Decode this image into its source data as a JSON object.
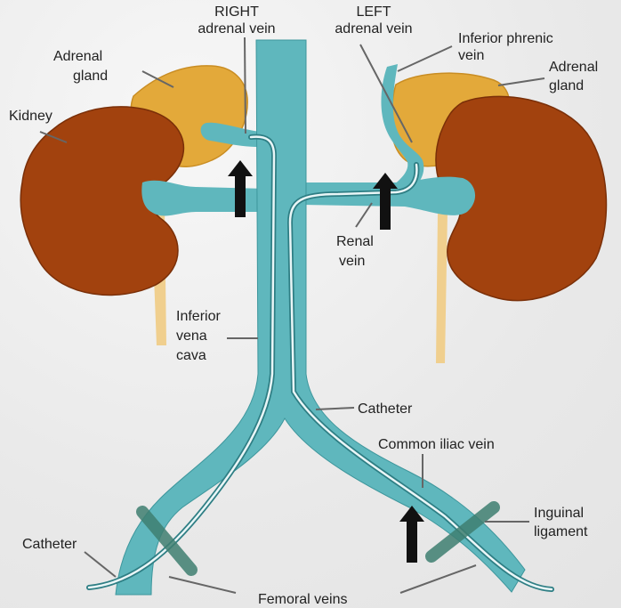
{
  "labels": {
    "right_adrenal_vein_1": "RIGHT",
    "right_adrenal_vein_2": "adrenal vein",
    "left_adrenal_vein_1": "LEFT",
    "left_adrenal_vein_2": "adrenal vein",
    "inferior_phrenic_1": "Inferior phrenic",
    "inferior_phrenic_2": "vein",
    "adrenal_left_1": "Adrenal",
    "adrenal_left_2": "gland",
    "adrenal_right_1": "Adrenal",
    "adrenal_right_2": "gland",
    "kidney": "Kidney",
    "renal_vein_1": "Renal",
    "renal_vein_2": "vein",
    "ivc_1": "Inferior",
    "ivc_2": "vena",
    "ivc_3": "cava",
    "catheter_mid": "Catheter",
    "common_iliac": "Common iliac vein",
    "inguinal_1": "Inguinal",
    "inguinal_2": "ligament",
    "catheter_left": "Catheter",
    "femoral": "Femoral veins"
  },
  "colors": {
    "vein": "#5fb7bd",
    "vein_dark": "#3d969c",
    "kidney": "#a2420e",
    "adrenal": "#e3a93a",
    "ureter": "#f0cf8e",
    "ligament": "#3f7f71",
    "arrow": "#111111"
  },
  "icons": [
    "up-arrow-icon"
  ]
}
